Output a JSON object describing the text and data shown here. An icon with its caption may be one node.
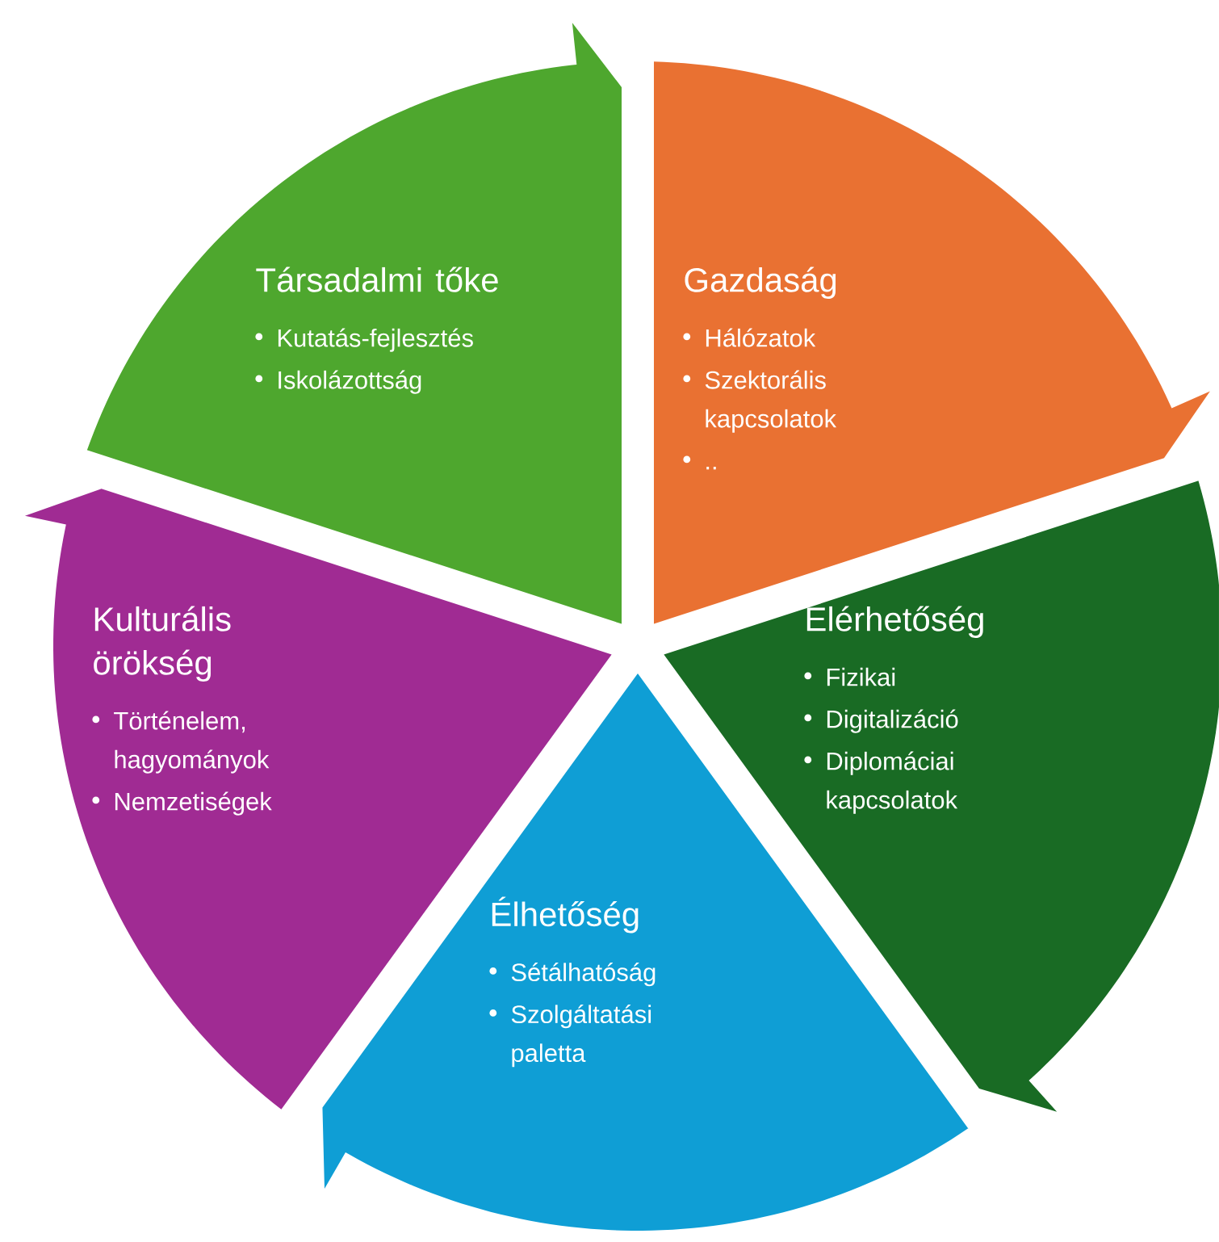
{
  "diagram": {
    "nodes": [
      {
        "text": [
          "Társadalmi tőke",
          "Kutatás-fejlesztés",
          "Iskolázottság"
        ]
      },
      {
        "text": [
          "Gazdaság",
          "Hálózatok",
          "Szektorális kapcsolatok",
          ".."
        ]
      },
      {
        "text": [
          "Kulturális örökség",
          "Történelem, hagyományok",
          "Nemzetiségek"
        ]
      },
      {
        "text": [
          "Elérhetőség",
          "Fizikai",
          "Digitalizáció",
          "Diplomáciai kapcsolatok"
        ]
      },
      {
        "text": [
          "Élhetőség",
          "Sétálhatóság",
          "Szolgáltatási paletta"
        ]
      }
    ]
  }
}
